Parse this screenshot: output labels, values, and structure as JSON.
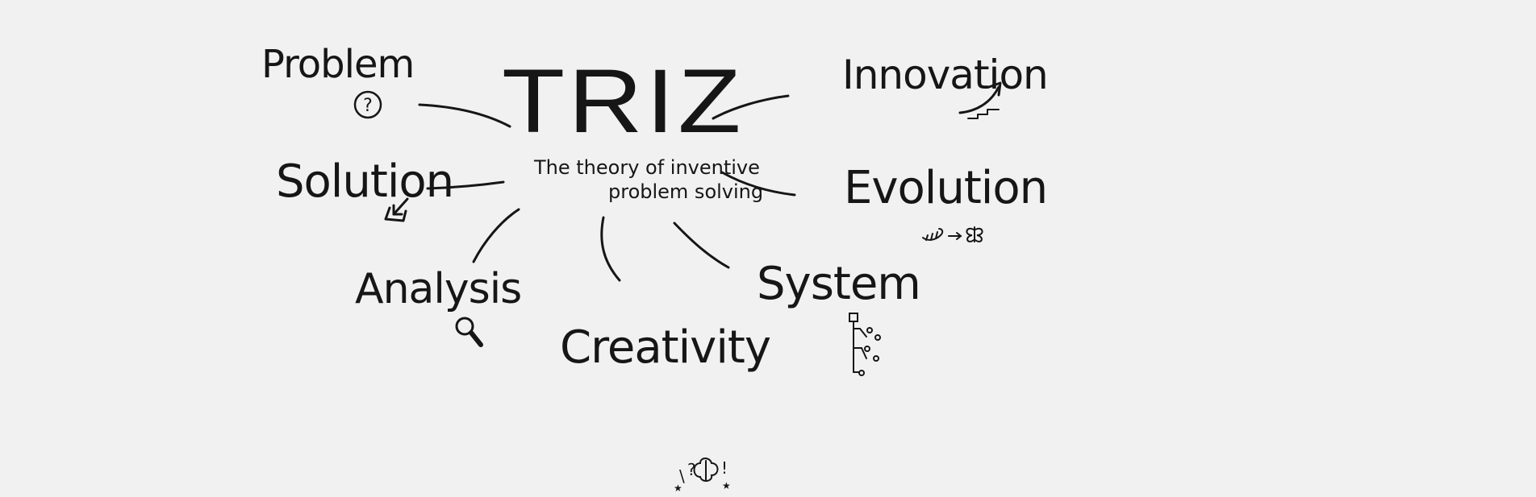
{
  "center": {
    "title": "TRIZ",
    "subtitle_line1": "The theory of inventive",
    "subtitle_line2": "problem solving"
  },
  "branches": {
    "problem": "Problem",
    "solution": "Solution",
    "analysis": "Analysis",
    "creativity": "Creativity",
    "system": "System",
    "evolution": "Evolution",
    "innovation": "Innovation"
  },
  "icons": {
    "problem": "question-mark-circle-icon",
    "solution": "arrow-into-box-icon",
    "analysis": "magnifying-glass-icon",
    "creativity": "exclamation-question-brain-icon",
    "system": "hierarchy-tree-icon",
    "evolution": "caterpillar-to-butterfly-icon",
    "innovation": "rising-arrow-stairs-icon"
  },
  "colors": {
    "background": "#f1f1f1",
    "ink": "#161616"
  }
}
